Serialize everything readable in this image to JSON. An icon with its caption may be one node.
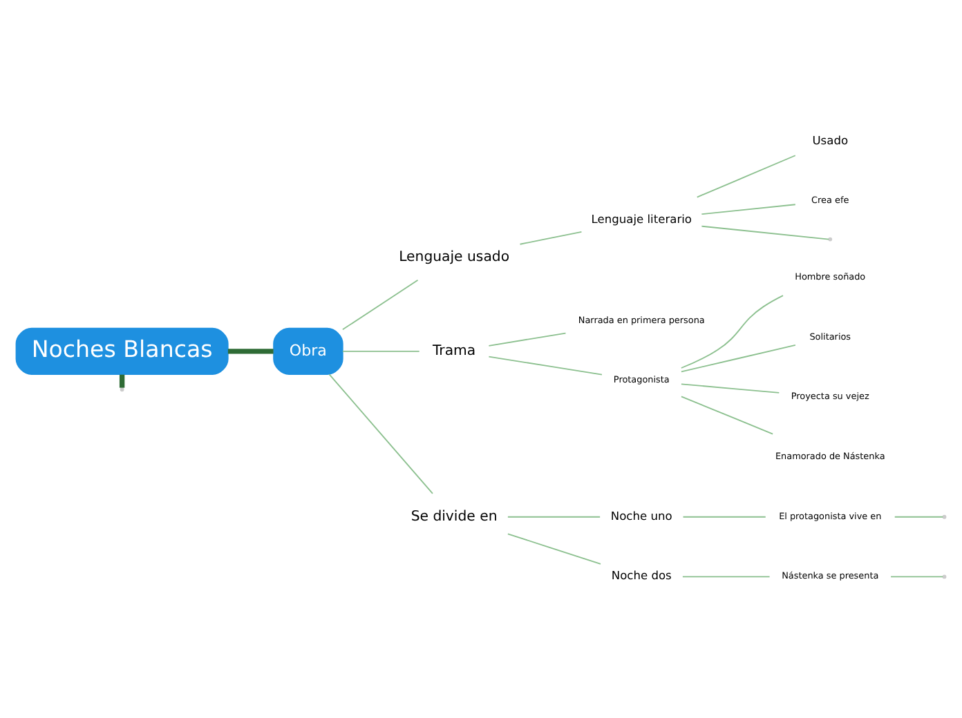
{
  "diagram": {
    "nodes": [
      {
        "text": [
          "Noches Blancas"
        ]
      },
      {
        "text": [
          "Obra"
        ]
      },
      {
        "text": [
          "Lenguaje usado"
        ]
      },
      {
        "text": [
          "Lenguaje literario"
        ]
      },
      {
        "text": [
          "Usado"
        ]
      },
      {
        "text": [
          "Crea efe"
        ]
      },
      {
        "text": [
          "Trama"
        ]
      },
      {
        "text": [
          "Narrada en primera persona"
        ]
      },
      {
        "text": [
          "Protagonista"
        ]
      },
      {
        "text": [
          "Hombre soñado"
        ]
      },
      {
        "text": [
          "Solitarios"
        ]
      },
      {
        "text": [
          "Proyecta su vejez"
        ]
      },
      {
        "text": [
          "Enamorado de Nástenka"
        ]
      },
      {
        "text": [
          "Se divide en"
        ]
      },
      {
        "text": [
          "Noche uno"
        ]
      },
      {
        "text": [
          "El protagonista vive en"
        ]
      },
      {
        "text": [
          "Noche dos"
        ]
      },
      {
        "text": [
          "Nástenka se presenta"
        ]
      }
    ],
    "edges": [
      {
        "from": 0,
        "to": null,
        "arrow": "none",
        "style": "thick",
        "color": "#2e6b35"
      },
      {
        "from": 0,
        "to": 1,
        "arrow": "none",
        "style": "thick",
        "color": "#2e6b35"
      },
      {
        "from": 1,
        "to": 2,
        "arrow": "none"
      },
      {
        "from": 1,
        "to": 6,
        "arrow": "none"
      },
      {
        "from": 1,
        "to": 13,
        "arrow": "none"
      },
      {
        "from": 2,
        "to": 3,
        "arrow": "none"
      },
      {
        "from": 3,
        "to": null,
        "arrow": "none"
      },
      {
        "from": 3,
        "to": 4,
        "arrow": "none"
      },
      {
        "from": 3,
        "to": 5,
        "arrow": "none"
      },
      {
        "from": 6,
        "to": 7,
        "arrow": "none"
      },
      {
        "from": 6,
        "to": 8,
        "arrow": "none"
      },
      {
        "from": 8,
        "to": 9,
        "arrow": "none"
      },
      {
        "from": 8,
        "to": 10,
        "arrow": "none"
      },
      {
        "from": 8,
        "to": 11,
        "arrow": "none"
      },
      {
        "from": 8,
        "to": 12,
        "arrow": "none"
      },
      {
        "from": 13,
        "to": 14,
        "arrow": "none"
      },
      {
        "from": 13,
        "to": 16,
        "arrow": "none"
      },
      {
        "from": 14,
        "to": 15,
        "arrow": "none"
      },
      {
        "from": 15,
        "to": null,
        "arrow": "none"
      },
      {
        "from": 16,
        "to": 17,
        "arrow": "none"
      },
      {
        "from": 17,
        "to": null,
        "arrow": "none"
      }
    ]
  }
}
